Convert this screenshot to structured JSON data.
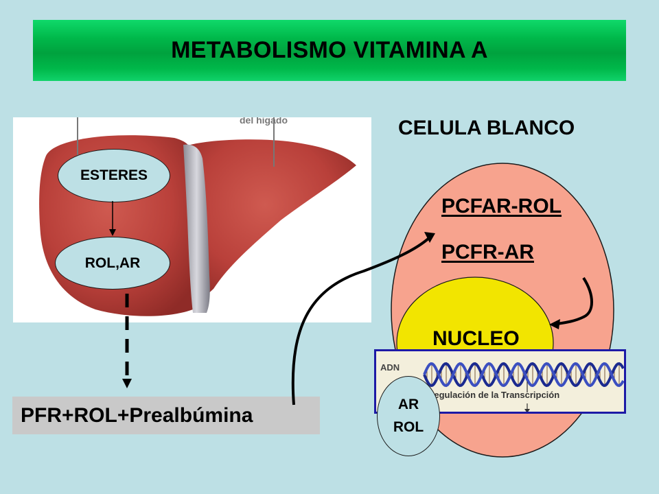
{
  "title": "METABOLISMO VITAMINA A",
  "liver": {
    "header_fragment": "del higado",
    "esteres": "ESTERES",
    "rol_ar": "ROL,AR"
  },
  "transport": {
    "complex": "PFR+ROL+Prealbúmina"
  },
  "cell": {
    "title": "CELULA BLANCO",
    "pcfar_rol": "PCFAR-ROL",
    "pcfr_ar": "PCFR-AR",
    "nucleo": "NUCLEO",
    "ar": "AR",
    "rol": "ROL"
  },
  "dna_inset": {
    "adn": "ADN",
    "regulation": "Regulación de la Transcripción"
  },
  "colors": {
    "background": "#bde0e5",
    "title_bar": "#00b84a",
    "cell": "#f7a38e",
    "nucleus": "#f2e500",
    "liver": "#b9403a",
    "complex_box": "#c9c9c9",
    "inset_border": "#1d1aa6"
  }
}
